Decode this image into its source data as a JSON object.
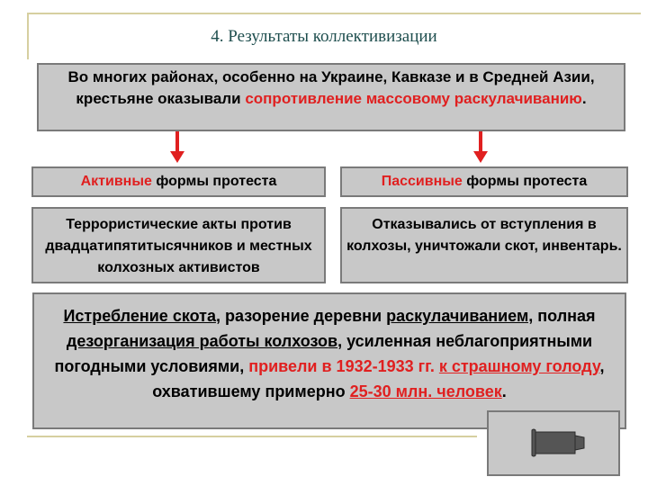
{
  "title": "4. Результаты коллективизации",
  "intro": {
    "part1": "Во многих районах, особенно на Украине, Кавказе и в Средней Азии, крестьяне оказывали ",
    "highlight": "сопротивление массовому раскулачиванию",
    "end": "."
  },
  "active": {
    "header_red": "Активные",
    "header_rest": " формы протеста",
    "text": "Террористические акты против двадцатипятитысячников и местных колхозных активистов"
  },
  "passive": {
    "header_red": "Пассивные",
    "header_rest": " формы протеста",
    "text": "Отказывались от вступления в колхозы, уничтожали скот, инвентарь."
  },
  "result": {
    "s1": "Истребление скота",
    "s2": ", разорение деревни ",
    "s3": "раскулачиванием,",
    "s4": " полная ",
    "s5": "дезорганизация работы колхозов",
    "s6": ", усиленная неблагоприятными погодными условиями, ",
    "s7": "привели в 1932-1933 гг. ",
    "s8": "к страшному голоду",
    "s9": ", охватившему примерно ",
    "s10": "25-30 млн. человек",
    "s11": "."
  },
  "icons": {
    "nav": "film-camera-icon"
  },
  "colors": {
    "accent_red": "#e02020",
    "box_fill": "#c8c8c8",
    "title": "#1e4e4e"
  }
}
